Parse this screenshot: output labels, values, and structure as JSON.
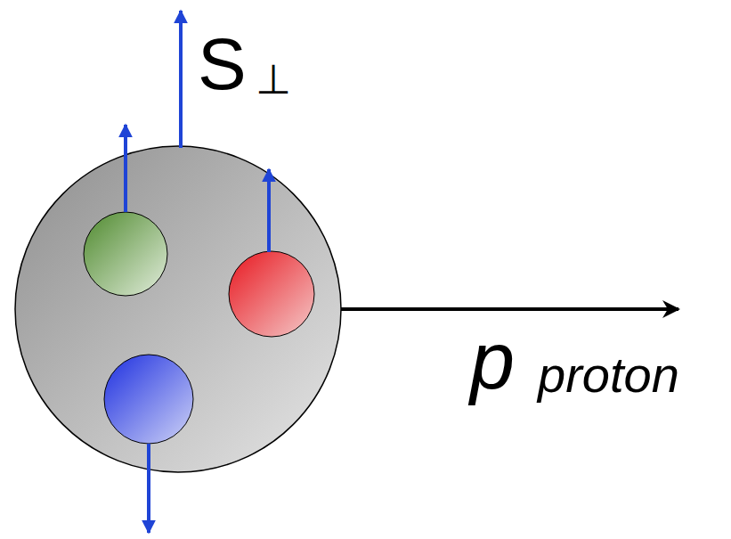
{
  "diagram": {
    "labels": [
      "S",
      "⊥",
      "p",
      "proton"
    ]
  }
}
